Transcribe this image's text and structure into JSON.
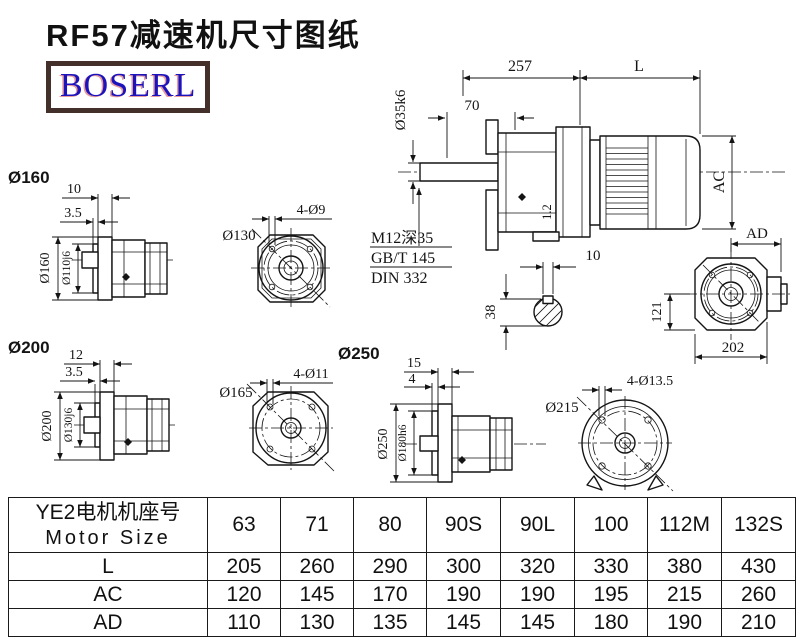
{
  "title": "RF57减速机尺寸图纸",
  "logo": "BOSERL",
  "main_view": {
    "dim_gearbox_length": "257",
    "dim_motor_length": "L",
    "dim_shaft_length": "70",
    "dim_shaft_dia": "Ø35k6",
    "dim_motor_height": "AC",
    "dim_gap": "1.2",
    "thread_note": [
      "M12深35",
      "GB/T 145",
      "DIN 332"
    ]
  },
  "key_section": {
    "dim_key_width": "10",
    "dim_height": "38"
  },
  "rear_view": {
    "dim_ad": "AD",
    "dim_half_width": "121",
    "dim_width": "202"
  },
  "flange_160": {
    "label": "Ø160",
    "dim_plate": "10",
    "dim_lip": "3.5",
    "dim_flange_dia": "Ø160",
    "dim_spigot_dia": "Ø110j6",
    "front_view": {
      "dim_bolts": "4-Ø9",
      "dim_bolt_circle": "Ø130"
    }
  },
  "flange_200": {
    "label": "Ø200",
    "dim_plate": "12",
    "dim_lip": "3.5",
    "dim_flange_dia": "Ø200",
    "dim_spigot_dia": "Ø130j6",
    "front_view": {
      "dim_bolts": "4-Ø11",
      "dim_bolt_circle": "Ø165"
    }
  },
  "flange_250": {
    "label": "Ø250",
    "dim_plate": "15",
    "dim_lip": "4",
    "dim_flange_dia": "Ø250",
    "dim_spigot_dia": "Ø180h6",
    "front_view": {
      "dim_bolts": "4-Ø13.5",
      "dim_bolt_circle": "Ø215"
    }
  },
  "table": {
    "header_cn": "YE2电机机座号",
    "header_en": "Motor Size",
    "columns": [
      "63",
      "71",
      "80",
      "90S",
      "90L",
      "100",
      "112M",
      "132S"
    ],
    "rows": [
      {
        "label": "L",
        "values": [
          "205",
          "260",
          "290",
          "300",
          "320",
          "330",
          "380",
          "430"
        ]
      },
      {
        "label": "AC",
        "values": [
          "120",
          "145",
          "170",
          "190",
          "190",
          "195",
          "215",
          "260"
        ]
      },
      {
        "label": "AD",
        "values": [
          "110",
          "130",
          "135",
          "145",
          "145",
          "180",
          "190",
          "210"
        ]
      }
    ]
  }
}
